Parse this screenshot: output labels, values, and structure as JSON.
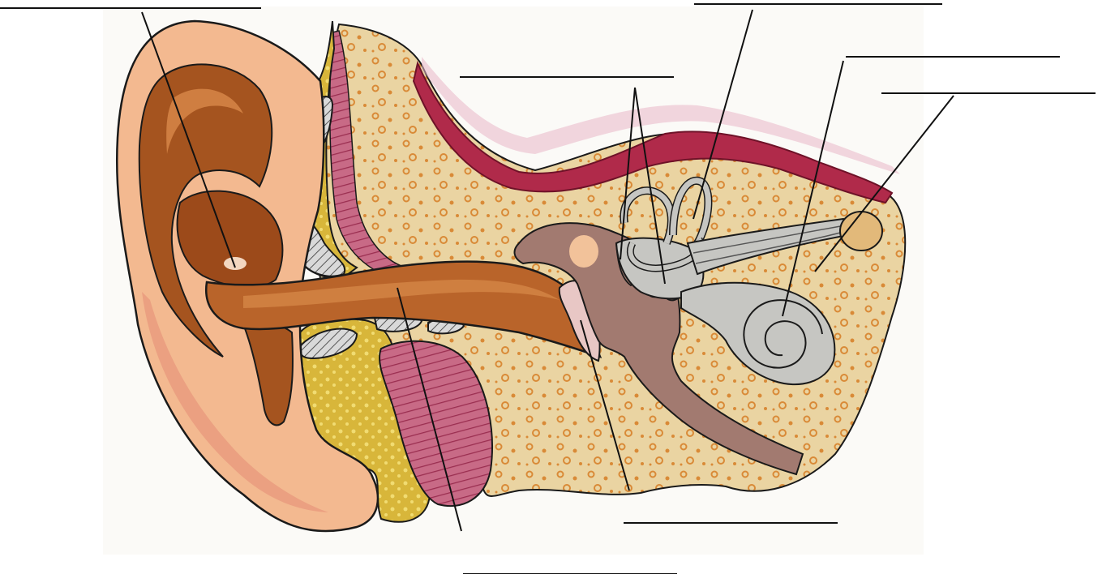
{
  "diagram": {
    "labels": [
      {
        "id": "auricle",
        "text": ""
      },
      {
        "id": "semicircular-canals",
        "text": ""
      },
      {
        "id": "ossicles",
        "text": ""
      },
      {
        "id": "cochlea",
        "text": ""
      },
      {
        "id": "auditory-nerve",
        "text": ""
      },
      {
        "id": "eardrum",
        "text": ""
      },
      {
        "id": "ear-canal",
        "text": ""
      }
    ]
  },
  "colors": {
    "skin": "#f3b990",
    "skin_edge": "#e7967a",
    "canal": "#b9642a",
    "cartilage_brown": "#a5541f",
    "bone": "#ead4a2",
    "bone_spot": "#d98a37",
    "brain_tissue": "#b02a4a",
    "muscle": "#b84a6a",
    "fat": "#d8b63a",
    "middle_ear": "#a27a70",
    "inner_ear": "#c6c6c2",
    "label_line": "#111111"
  }
}
